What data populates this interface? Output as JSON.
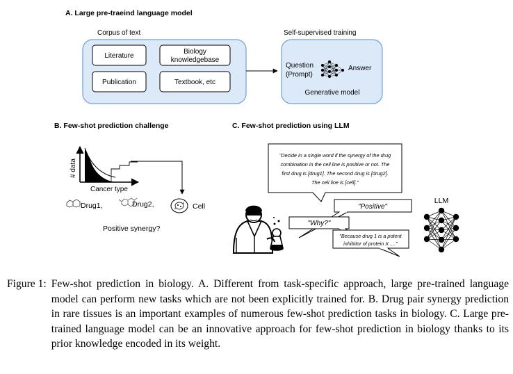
{
  "panel_a": {
    "heading": "A. Large pre-traeind language model",
    "corpus_label": "Corpus of text",
    "corpus_items": [
      "Literature",
      "Biology",
      "knowledgebase",
      "Publication",
      "Textbook, etc"
    ],
    "training_label": "Self-supervised training",
    "question": "Question",
    "prompt": "(Prompt)",
    "answer": "Answer",
    "model_label": "Generative model"
  },
  "panel_b": {
    "heading": "B. Few-shot prediction challenge",
    "ylabel": "# data",
    "xlabel": "Cancer type",
    "drug1": "Drug1,",
    "drug2": "Drug2,",
    "cell": "Cell",
    "question": "Positive synergy?"
  },
  "panel_c": {
    "heading": "C. Few-shot prediction using LLM",
    "prompt_lines": [
      "\"Decide in a single word if the synergy of the drug",
      "combination in the cell line is positive or not. The",
      "first drug is [drug1]. The second drug is [drug2].",
      "The cell line is [cell].\""
    ],
    "positive": "\"Positive\"",
    "why": "\"Why?\"",
    "reason_lines": [
      "\"Because drug 1 is a potent",
      "inhibitor of protein X ....\""
    ],
    "llm_label": "LLM"
  },
  "caption": {
    "label": "Figure 1:",
    "text": "Few-shot prediction in biology. A. Different from task-specific approach, large pre-trained language model can perform new tasks which are not been explicitly trained for. B. Drug pair synergy prediction in rare tissues is an important examples of numerous few-shot prediction tasks in biology. C. Large pre-trained language model can be an innovative approach for few-shot prediction in biology thanks to its prior knowledge encoded in its weight."
  },
  "colors": {
    "panel_fill": "#dce9f8",
    "panel_stroke": "#6f9fd8"
  }
}
